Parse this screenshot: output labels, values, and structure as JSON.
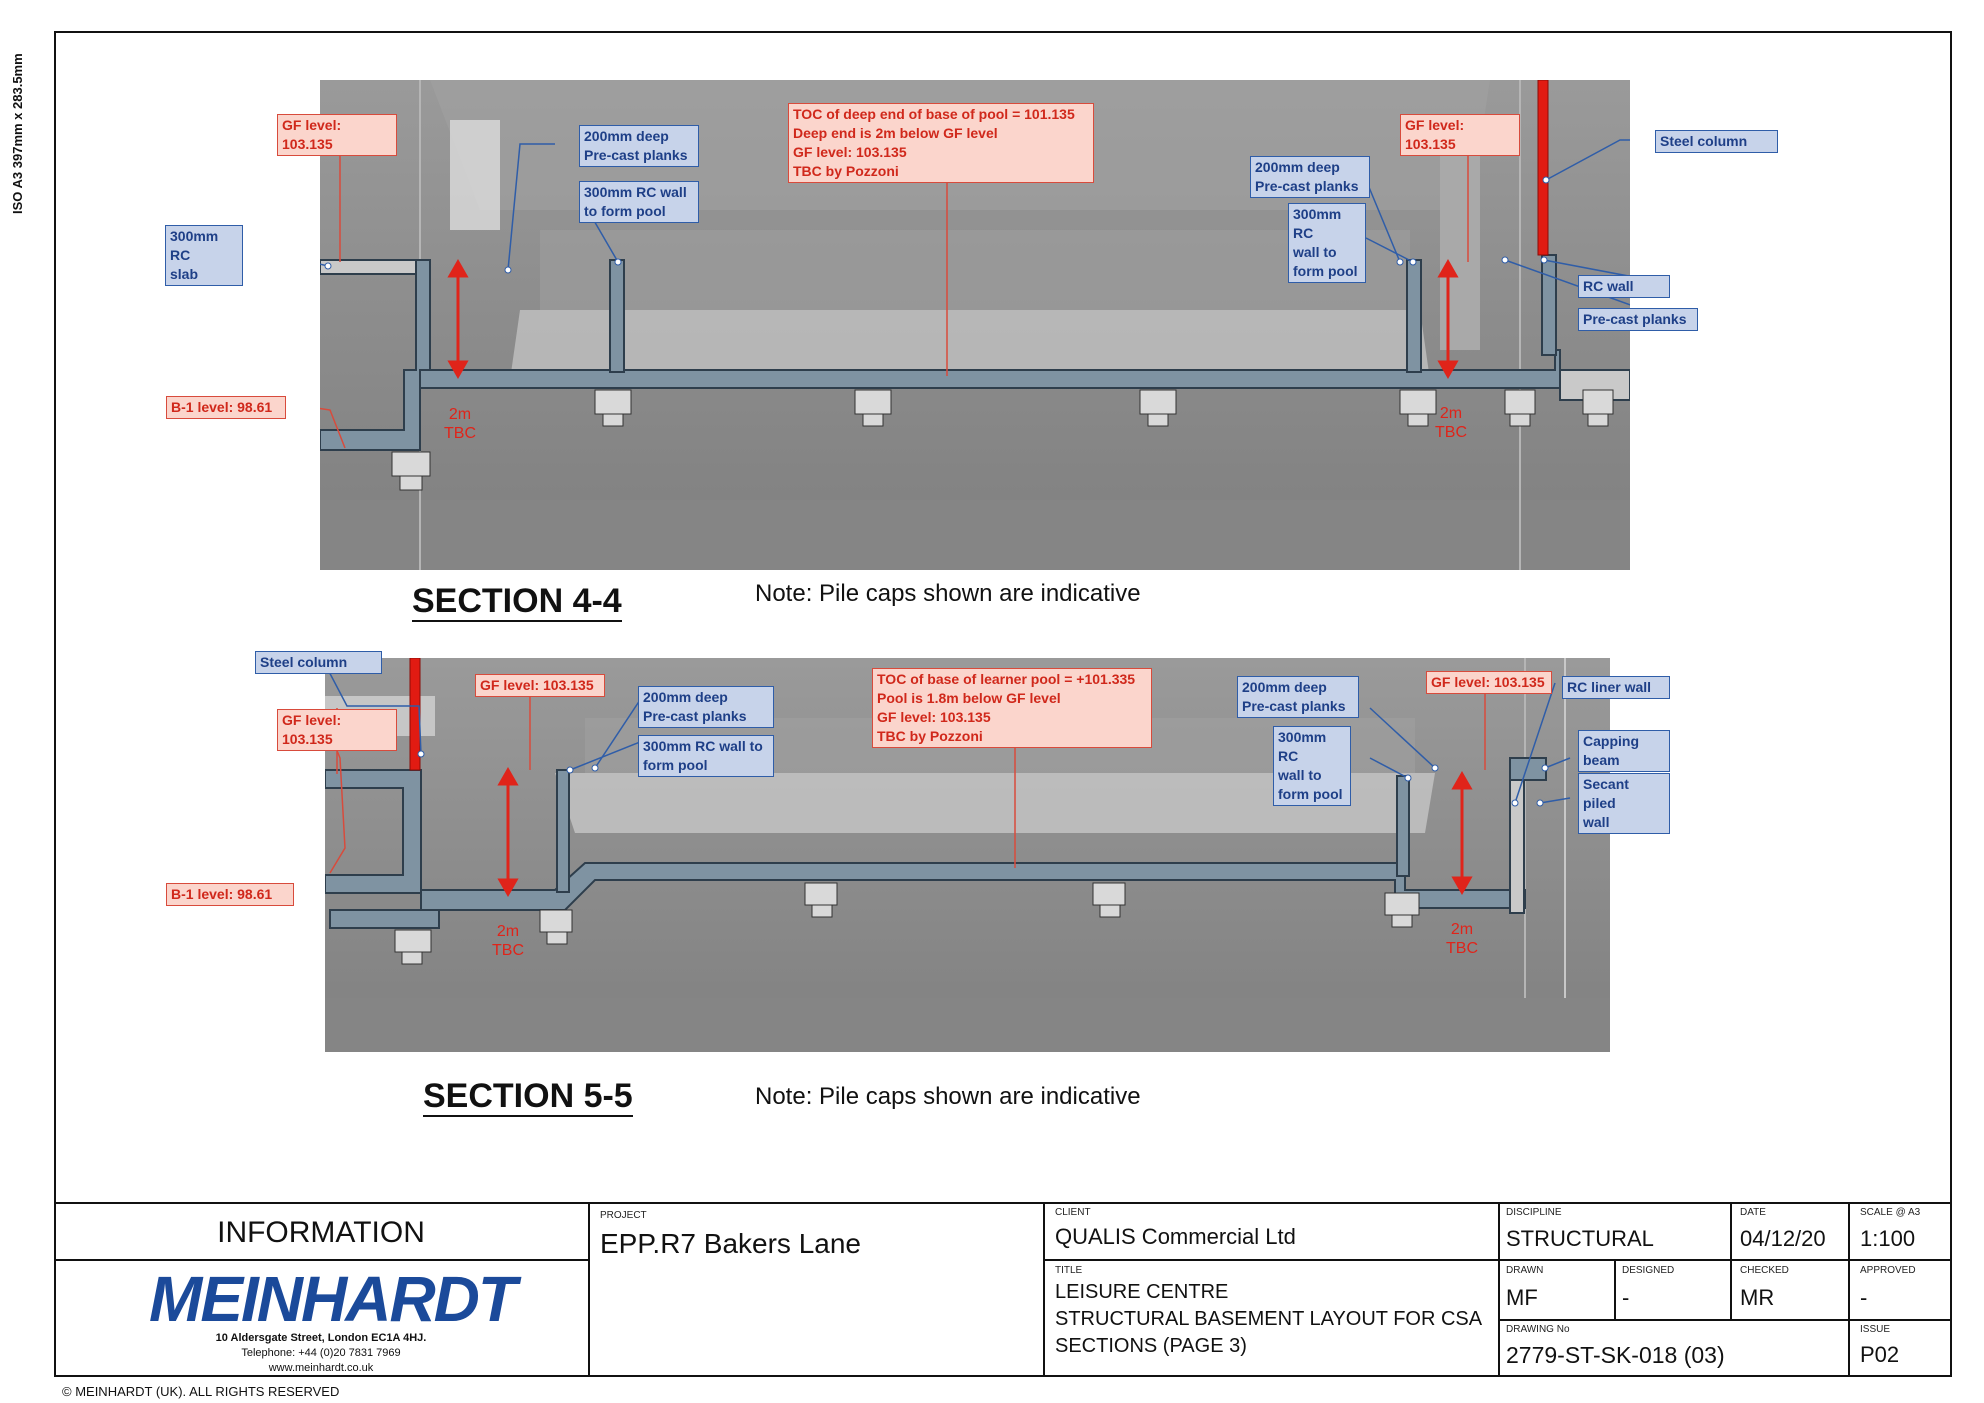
{
  "sheet": {
    "side_note": "ISO A3 397mm x 283.5mm",
    "copyright": "© MEINHARDT (UK). ALL RIGHTS RESERVED"
  },
  "section_4_4": {
    "title": "SECTION 4-4",
    "note": "Note: Pile caps shown are indicative",
    "labels": {
      "gf_left": "GF level: 103.135",
      "planks_left": "200mm deep\nPre-cast planks",
      "wall_left": "300mm RC wall\nto form pool",
      "toc": "TOC of deep end of base of pool = 101.135\nDeep end is 2m below GF level\nGF level: 103.135\nTBC by Pozzoni",
      "gf_right": "GF level: 103.135",
      "steel_column": "Steel column",
      "planks_right": "200mm deep\nPre-cast planks",
      "wall_right": "300mm RC\nwall to\nform pool",
      "rc_wall": "RC wall",
      "precast_planks": "Pre-cast planks",
      "slab": "300mm RC\nslab",
      "b1": "B-1 level: 98.61",
      "dim_left": "2m\nTBC",
      "dim_right": "2m\nTBC"
    }
  },
  "section_5_5": {
    "title": "SECTION 5-5",
    "note": "Note: Pile caps shown are indicative",
    "labels": {
      "steel_column": "Steel column",
      "gf_left_outer": "GF level: 103.135",
      "gf_left": "GF level: 103.135",
      "planks_left": "200mm deep\nPre-cast planks",
      "wall_left": "300mm RC wall to\nform pool",
      "toc": "TOC of base of learner pool = +101.335\nPool is 1.8m below GF level\nGF level: 103.135\nTBC by Pozzoni",
      "planks_right": "200mm deep\nPre-cast planks",
      "wall_right": "300mm RC\nwall to\nform pool",
      "gf_right": "GF level: 103.135",
      "rc_liner": "RC liner wall",
      "capping": "Capping\nbeam",
      "secant": "Secant piled\nwall",
      "b1": "B-1 level: 98.61",
      "dim_left": "2m\nTBC",
      "dim_right": "2m\nTBC"
    }
  },
  "title_block": {
    "information": "INFORMATION",
    "logo_text": "MEINHARDT",
    "address": "10 Aldersgate Street, London EC1A 4HJ.",
    "telephone": "Telephone: +44 (0)20 7831 7969",
    "website": "www.meinhardt.co.uk",
    "project_caption": "PROJECT",
    "project": "EPP.R7 Bakers Lane",
    "client_caption": "CLIENT",
    "client": "QUALIS Commercial Ltd",
    "title_caption": "TITLE",
    "title": "LEISURE CENTRE\nSTRUCTURAL BASEMENT LAYOUT FOR CSA\nSECTIONS (PAGE 3)",
    "discipline_caption": "DISCIPLINE",
    "discipline": "STRUCTURAL",
    "date_caption": "DATE",
    "date": "04/12/20",
    "scale_caption": "SCALE @ A3",
    "scale": "1:100",
    "drawn_caption": "DRAWN",
    "drawn": "MF",
    "designed_caption": "DESIGNED",
    "designed": "-",
    "checked_caption": "CHECKED",
    "checked": "MR",
    "approved_caption": "APPROVED",
    "approved": "-",
    "drawing_no_caption": "DRAWING No",
    "drawing_no": "2779-ST-SK-018 (03)",
    "issue_caption": "ISSUE",
    "issue": "P02"
  },
  "colors": {
    "structure": "#7f93a2",
    "structure_edge": "#2e3e4c",
    "background_render": "#8d8d8d",
    "dimension_red": "#e0241a",
    "steel_column": "#e11b12",
    "blue_label_fill": "#c7d3ea",
    "red_label_fill": "#fbd5cc",
    "logo_blue": "#1b4a9a"
  }
}
